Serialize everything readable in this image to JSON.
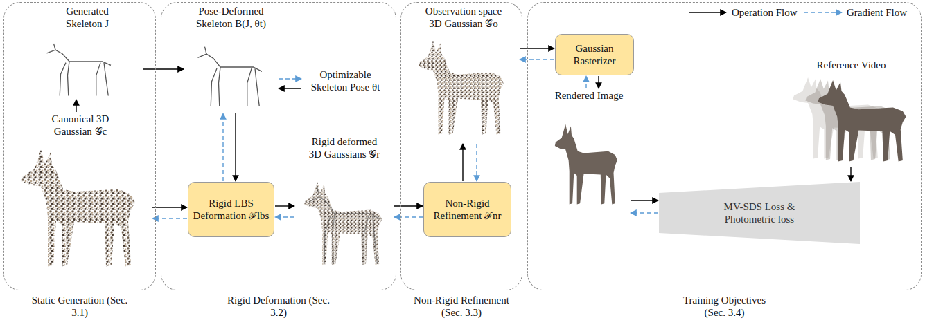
{
  "diagram": {
    "nodes": [
      {
        "text": [
          "Static Generation (Sec. 3.1)"
        ]
      },
      {
        "text": [
          "Rigid Deformation (Sec. 3.2)"
        ]
      },
      {
        "text": [
          "Non-Rigid Refinement (Sec. 3.3)"
        ]
      },
      {
        "text": [
          "Training Objectives (Sec. 3.4)"
        ]
      },
      {
        "text": [
          "Generated Skeleton J"
        ],
        "in": 0
      },
      {
        "text": [
          "Canonical 3D Gaussian 𝒢c"
        ],
        "in": 0
      },
      {
        "text": [
          "Pose-Deformed Skeleton B(J, θt)"
        ],
        "in": 1
      },
      {
        "text": [
          "Optimizable Skeleton Pose θt"
        ],
        "in": 1
      },
      {
        "text": [
          "Rigid LBS Deformation ℱlbs"
        ],
        "in": 1
      },
      {
        "text": [
          "Rigid deformed 3D Gaussians 𝒢r"
        ],
        "in": 1
      },
      {
        "text": [
          "Observation space 3D Gaussian 𝒢o"
        ],
        "in": 2
      },
      {
        "text": [
          "Non-Rigid Refinement ℱnr"
        ],
        "in": 2
      },
      {
        "text": [
          "Gaussian Rasterizer"
        ],
        "in": 3
      },
      {
        "text": [
          "Reference Video"
        ],
        "in": 3
      },
      {
        "text": [
          "Rendered Image"
        ],
        "in": 3
      },
      {
        "text": [
          "MV-SDS Loss & Photometric loss"
        ],
        "in": 3
      }
    ],
    "edges": [
      {
        "from": 5,
        "to": 4,
        "arrow": "to"
      },
      {
        "from": 4,
        "to": 6,
        "arrow": "to"
      },
      {
        "from": 7,
        "to": 6,
        "arrow": "to"
      },
      {
        "from": 6,
        "to": 8,
        "arrow": "to"
      },
      {
        "from": 5,
        "to": 8,
        "arrow": "to"
      },
      {
        "from": 8,
        "to": 9,
        "arrow": "to"
      },
      {
        "from": 9,
        "to": 11,
        "arrow": "to"
      },
      {
        "from": 11,
        "to": 10,
        "arrow": "to"
      },
      {
        "from": 10,
        "to": 12,
        "arrow": "to"
      },
      {
        "from": 12,
        "to": 14,
        "arrow": "to"
      },
      {
        "from": 14,
        "to": 15,
        "arrow": "to"
      },
      {
        "from": 13,
        "to": 15,
        "arrow": "to"
      },
      {
        "from": 6,
        "to": 7,
        "arrow": "to"
      },
      {
        "from": 8,
        "to": 6,
        "arrow": "to"
      },
      {
        "from": 8,
        "to": 5,
        "arrow": "to"
      },
      {
        "from": 9,
        "to": 8,
        "arrow": "to"
      },
      {
        "from": 11,
        "to": 9,
        "arrow": "to"
      },
      {
        "from": 10,
        "to": 11,
        "arrow": "to"
      },
      {
        "from": 12,
        "to": 10,
        "arrow": "to"
      },
      {
        "from": 14,
        "to": 12,
        "arrow": "to"
      },
      {
        "from": 15,
        "to": 14,
        "arrow": "to"
      }
    ],
    "legend": [
      {
        "text": "Operation Flow"
      },
      {
        "text": "Gradient Flow"
      }
    ]
  }
}
